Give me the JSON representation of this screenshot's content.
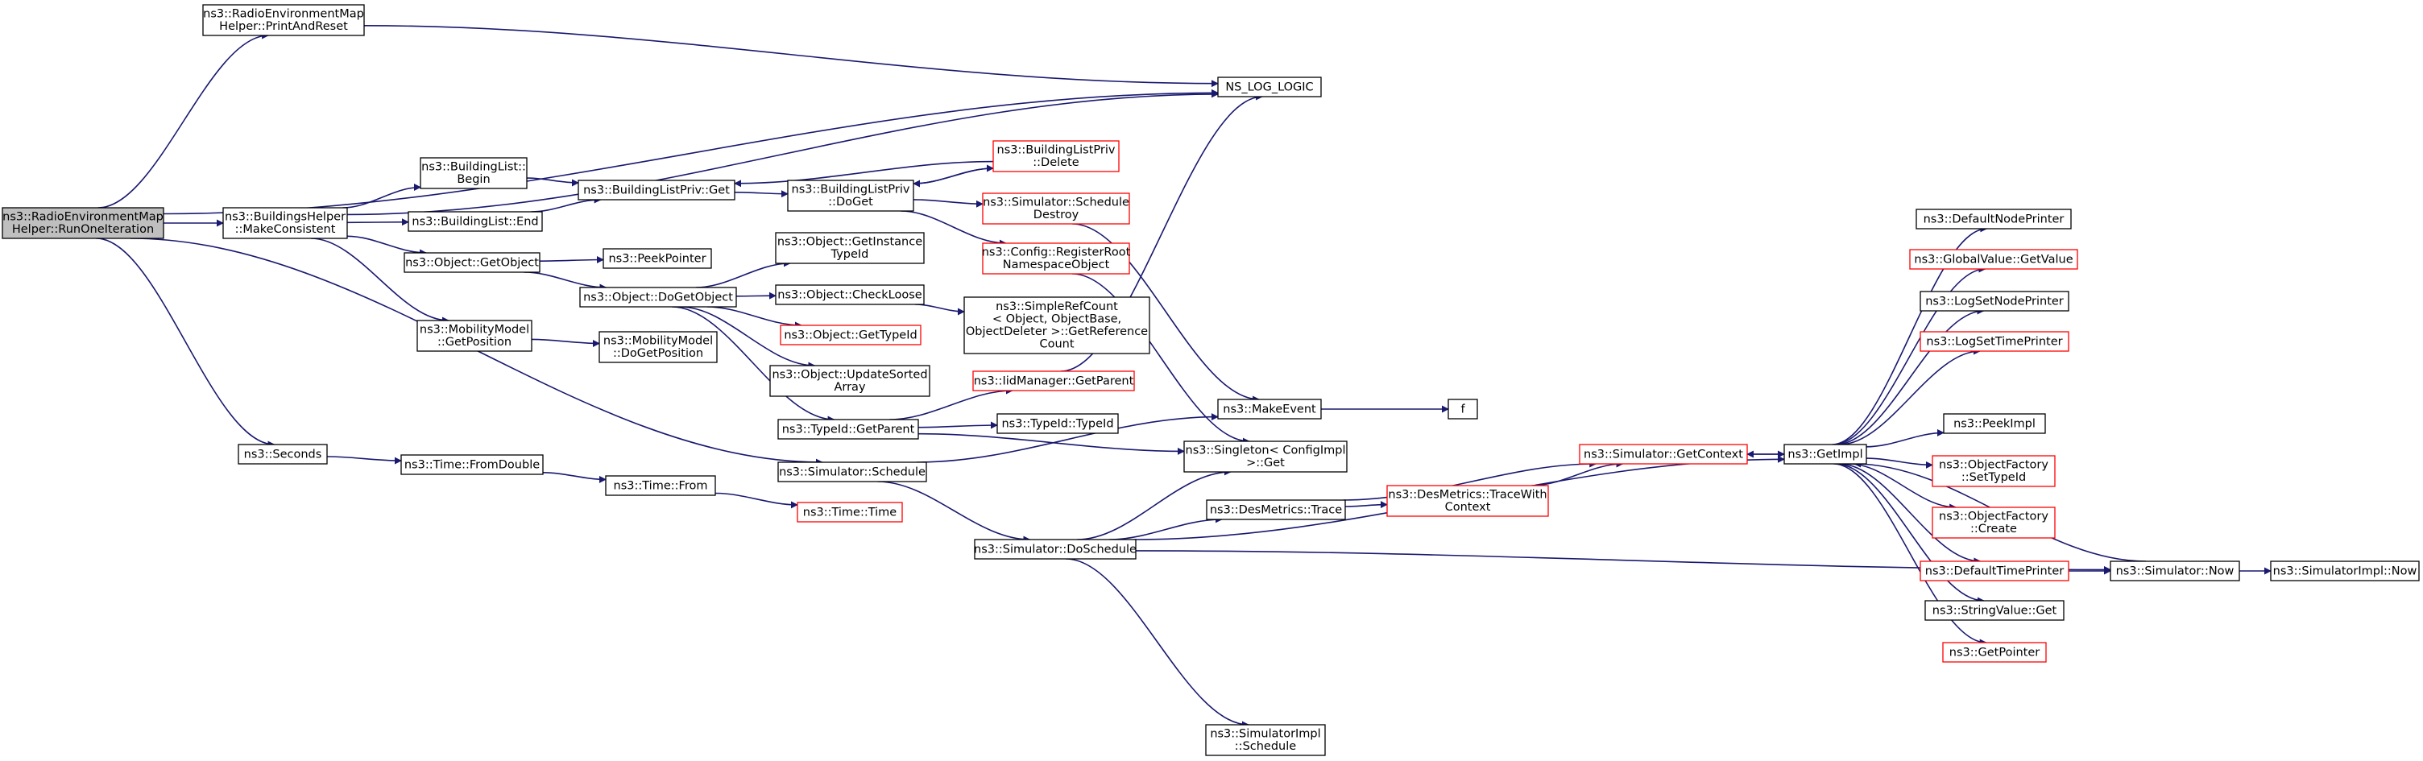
{
  "graph": {
    "nodes": [
      {
        "id": "root",
        "lines": [
          "ns3::RadioEnvironmentMap",
          "Helper::RunOneIteration"
        ],
        "style": "root"
      },
      {
        "id": "printreset",
        "lines": [
          "ns3::RadioEnvironmentMap",
          "Helper::PrintAndReset"
        ],
        "style": "normal"
      },
      {
        "id": "nslog",
        "lines": [
          "NS_LOG_LOGIC"
        ],
        "style": "normal"
      },
      {
        "id": "makeconsistent",
        "lines": [
          "ns3::BuildingsHelper",
          "::MakeConsistent"
        ],
        "style": "normal"
      },
      {
        "id": "bl_begin",
        "lines": [
          "ns3::BuildingList::",
          "Begin"
        ],
        "style": "normal"
      },
      {
        "id": "bl_end",
        "lines": [
          "ns3::BuildingList::End"
        ],
        "style": "normal"
      },
      {
        "id": "blp_get",
        "lines": [
          "ns3::BuildingListPriv::Get"
        ],
        "style": "normal"
      },
      {
        "id": "blp_doget",
        "lines": [
          "ns3::BuildingListPriv",
          "::DoGet"
        ],
        "style": "normal"
      },
      {
        "id": "blp_delete",
        "lines": [
          "ns3::BuildingListPriv",
          "::Delete"
        ],
        "style": "red"
      },
      {
        "id": "sched_destroy",
        "lines": [
          "ns3::Simulator::Schedule",
          "Destroy"
        ],
        "style": "red"
      },
      {
        "id": "cfg_register",
        "lines": [
          "ns3::Config::RegisterRoot",
          "NamespaceObject"
        ],
        "style": "red"
      },
      {
        "id": "obj_getobject",
        "lines": [
          "ns3::Object::GetObject"
        ],
        "style": "normal"
      },
      {
        "id": "peekpointer",
        "lines": [
          "ns3::PeekPointer"
        ],
        "style": "normal"
      },
      {
        "id": "obj_dogetobject",
        "lines": [
          "ns3::Object::DoGetObject"
        ],
        "style": "normal"
      },
      {
        "id": "obj_getinstance",
        "lines": [
          "ns3::Object::GetInstance",
          "TypeId"
        ],
        "style": "normal"
      },
      {
        "id": "obj_checkloose",
        "lines": [
          "ns3::Object::CheckLoose"
        ],
        "style": "normal"
      },
      {
        "id": "simplerefcount",
        "lines": [
          "ns3::SimpleRefCount",
          "< Object, ObjectBase,",
          "ObjectDeleter >::GetReference",
          "Count"
        ],
        "style": "normal"
      },
      {
        "id": "obj_gettypeid",
        "lines": [
          "ns3::Object::GetTypeId"
        ],
        "style": "red"
      },
      {
        "id": "obj_updatesorted",
        "lines": [
          "ns3::Object::UpdateSorted",
          "Array"
        ],
        "style": "normal"
      },
      {
        "id": "mobility_getpos",
        "lines": [
          "ns3::MobilityModel",
          "::GetPosition"
        ],
        "style": "normal"
      },
      {
        "id": "mobility_dogetpos",
        "lines": [
          "ns3::MobilityModel",
          "::DoGetPosition"
        ],
        "style": "normal"
      },
      {
        "id": "iid_getparent",
        "lines": [
          "ns3::IidManager::GetParent"
        ],
        "style": "red"
      },
      {
        "id": "typeid_getparent",
        "lines": [
          "ns3::TypeId::GetParent"
        ],
        "style": "normal"
      },
      {
        "id": "typeid_typeid",
        "lines": [
          "ns3::TypeId::TypeId"
        ],
        "style": "normal"
      },
      {
        "id": "makeevent",
        "lines": [
          "ns3::MakeEvent"
        ],
        "style": "normal"
      },
      {
        "id": "f",
        "lines": [
          "f"
        ],
        "style": "normal"
      },
      {
        "id": "singleton_get",
        "lines": [
          "ns3::Singleton< ConfigImpl",
          ">::Get"
        ],
        "style": "normal"
      },
      {
        "id": "seconds",
        "lines": [
          "ns3::Seconds"
        ],
        "style": "normal"
      },
      {
        "id": "time_fromdouble",
        "lines": [
          "ns3::Time::FromDouble"
        ],
        "style": "normal"
      },
      {
        "id": "time_from",
        "lines": [
          "ns3::Time::From"
        ],
        "style": "normal"
      },
      {
        "id": "time_time",
        "lines": [
          "ns3::Time::Time"
        ],
        "style": "red"
      },
      {
        "id": "sim_schedule",
        "lines": [
          "ns3::Simulator::Schedule"
        ],
        "style": "normal"
      },
      {
        "id": "sim_doschedule",
        "lines": [
          "ns3::Simulator::DoSchedule"
        ],
        "style": "normal"
      },
      {
        "id": "des_trace",
        "lines": [
          "ns3::DesMetrics::Trace"
        ],
        "style": "normal"
      },
      {
        "id": "des_tracewith",
        "lines": [
          "ns3::DesMetrics::TraceWith",
          "Context"
        ],
        "style": "red"
      },
      {
        "id": "sim_getcontext",
        "lines": [
          "ns3::Simulator::GetContext"
        ],
        "style": "red"
      },
      {
        "id": "getimpl",
        "lines": [
          "ns3::GetImpl"
        ],
        "style": "normal"
      },
      {
        "id": "simimpl_schedule",
        "lines": [
          "ns3::SimulatorImpl",
          "::Schedule"
        ],
        "style": "normal"
      },
      {
        "id": "defaultnodeprinter",
        "lines": [
          "ns3::DefaultNodePrinter"
        ],
        "style": "normal"
      },
      {
        "id": "globalvalue_get",
        "lines": [
          "ns3::GlobalValue::GetValue"
        ],
        "style": "red"
      },
      {
        "id": "logsetnode",
        "lines": [
          "ns3::LogSetNodePrinter"
        ],
        "style": "normal"
      },
      {
        "id": "logsettime",
        "lines": [
          "ns3::LogSetTimePrinter"
        ],
        "style": "red"
      },
      {
        "id": "peekimpl",
        "lines": [
          "ns3::PeekImpl"
        ],
        "style": "normal"
      },
      {
        "id": "objfactory_settypeid",
        "lines": [
          "ns3::ObjectFactory",
          "::SetTypeId"
        ],
        "style": "red"
      },
      {
        "id": "objfactory_create",
        "lines": [
          "ns3::ObjectFactory",
          "::Create"
        ],
        "style": "red"
      },
      {
        "id": "defaulttimeprinter",
        "lines": [
          "ns3::DefaultTimePrinter"
        ],
        "style": "red"
      },
      {
        "id": "stringvalue_get",
        "lines": [
          "ns3::StringValue::Get"
        ],
        "style": "normal"
      },
      {
        "id": "getpointer",
        "lines": [
          "ns3::GetPointer"
        ],
        "style": "red"
      },
      {
        "id": "sim_now",
        "lines": [
          "ns3::Simulator::Now"
        ],
        "style": "normal"
      },
      {
        "id": "simimpl_now",
        "lines": [
          "ns3::SimulatorImpl::Now"
        ],
        "style": "normal"
      }
    ],
    "edges": [
      [
        "root",
        "printreset"
      ],
      [
        "root",
        "nslog"
      ],
      [
        "root",
        "makeconsistent"
      ],
      [
        "root",
        "seconds"
      ],
      [
        "root",
        "sim_schedule"
      ],
      [
        "printreset",
        "nslog"
      ],
      [
        "makeconsistent",
        "nslog"
      ],
      [
        "makeconsistent",
        "bl_begin"
      ],
      [
        "makeconsistent",
        "bl_end"
      ],
      [
        "makeconsistent",
        "obj_getobject"
      ],
      [
        "makeconsistent",
        "mobility_getpos"
      ],
      [
        "bl_begin",
        "blp_get"
      ],
      [
        "bl_end",
        "blp_get"
      ],
      [
        "blp_get",
        "blp_doget"
      ],
      [
        "blp_doget",
        "blp_delete"
      ],
      [
        "blp_doget",
        "sched_destroy"
      ],
      [
        "blp_doget",
        "cfg_register"
      ],
      [
        "blp_delete",
        "blp_get"
      ],
      [
        "blp_delete",
        "blp_doget"
      ],
      [
        "sched_destroy",
        "makeevent"
      ],
      [
        "cfg_register",
        "singleton_get"
      ],
      [
        "obj_getobject",
        "peekpointer"
      ],
      [
        "obj_getobject",
        "obj_dogetobject"
      ],
      [
        "obj_dogetobject",
        "obj_getinstance"
      ],
      [
        "obj_dogetobject",
        "obj_checkloose"
      ],
      [
        "obj_dogetobject",
        "obj_gettypeid"
      ],
      [
        "obj_dogetobject",
        "obj_updatesorted"
      ],
      [
        "obj_dogetobject",
        "typeid_getparent"
      ],
      [
        "obj_checkloose",
        "simplerefcount"
      ],
      [
        "mobility_getpos",
        "mobility_dogetpos"
      ],
      [
        "iid_getparent",
        "nslog"
      ],
      [
        "typeid_getparent",
        "iid_getparent"
      ],
      [
        "typeid_getparent",
        "typeid_typeid"
      ],
      [
        "typeid_getparent",
        "singleton_get"
      ],
      [
        "makeevent",
        "f"
      ],
      [
        "seconds",
        "time_fromdouble"
      ],
      [
        "time_fromdouble",
        "time_from"
      ],
      [
        "time_from",
        "time_time"
      ],
      [
        "sim_schedule",
        "makeevent"
      ],
      [
        "sim_schedule",
        "sim_doschedule"
      ],
      [
        "sim_doschedule",
        "singleton_get"
      ],
      [
        "sim_doschedule",
        "des_trace"
      ],
      [
        "sim_doschedule",
        "getimpl"
      ],
      [
        "sim_doschedule",
        "simimpl_schedule"
      ],
      [
        "sim_doschedule",
        "sim_now"
      ],
      [
        "des_trace",
        "sim_getcontext"
      ],
      [
        "des_trace",
        "des_tracewith"
      ],
      [
        "des_tracewith",
        "sim_getcontext"
      ],
      [
        "sim_getcontext",
        "getimpl"
      ],
      [
        "getimpl",
        "sim_getcontext"
      ],
      [
        "getimpl",
        "defaultnodeprinter"
      ],
      [
        "getimpl",
        "globalvalue_get"
      ],
      [
        "getimpl",
        "logsetnode"
      ],
      [
        "getimpl",
        "logsettime"
      ],
      [
        "getimpl",
        "peekimpl"
      ],
      [
        "getimpl",
        "objfactory_settypeid"
      ],
      [
        "getimpl",
        "objfactory_create"
      ],
      [
        "getimpl",
        "defaulttimeprinter"
      ],
      [
        "getimpl",
        "stringvalue_get"
      ],
      [
        "getimpl",
        "getpointer"
      ],
      [
        "defaulttimeprinter",
        "sim_now"
      ],
      [
        "sim_now",
        "getimpl"
      ],
      [
        "sim_now",
        "simimpl_now"
      ]
    ]
  }
}
